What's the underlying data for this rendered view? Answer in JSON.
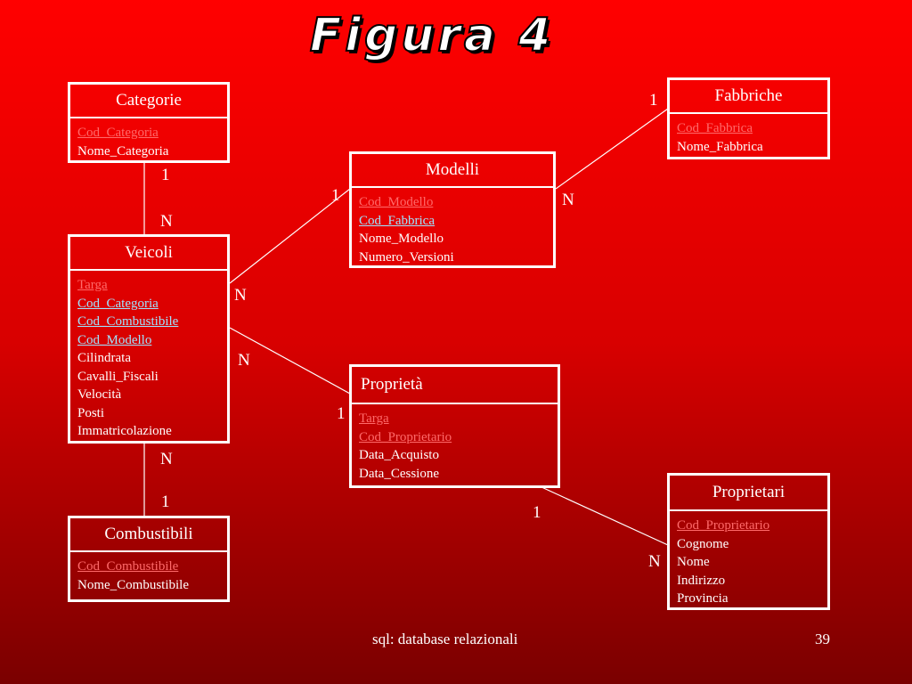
{
  "title": "Figura 4",
  "entities": {
    "categorie": {
      "name": "Categorie",
      "attrs": [
        {
          "text": "Cod_Categoria",
          "kind": "pk"
        },
        {
          "text": "Nome_Categoria",
          "kind": "plain"
        }
      ]
    },
    "fabbriche": {
      "name": "Fabbriche",
      "attrs": [
        {
          "text": "Cod_Fabbrica",
          "kind": "pk"
        },
        {
          "text": "Nome_Fabbrica",
          "kind": "plain"
        }
      ]
    },
    "modelli": {
      "name": "Modelli",
      "attrs": [
        {
          "text": "Cod_Modello",
          "kind": "pk"
        },
        {
          "text": "Cod_Fabbrica",
          "kind": "fk"
        },
        {
          "text": "Nome_Modello",
          "kind": "plain"
        },
        {
          "text": "Numero_Versioni",
          "kind": "plain"
        }
      ]
    },
    "veicoli": {
      "name": "Veicoli",
      "attrs": [
        {
          "text": "Targa",
          "kind": "pk"
        },
        {
          "text": "Cod_Categoria",
          "kind": "fk"
        },
        {
          "text": "Cod_Combustibile",
          "kind": "fk"
        },
        {
          "text": "Cod_Modello",
          "kind": "fk"
        },
        {
          "text": "Cilindrata",
          "kind": "plain"
        },
        {
          "text": "Cavalli_Fiscali",
          "kind": "plain"
        },
        {
          "text": "Velocità",
          "kind": "plain"
        },
        {
          "text": "Posti",
          "kind": "plain"
        },
        {
          "text": "Immatricolazione",
          "kind": "plain"
        }
      ]
    },
    "proprieta": {
      "name": "Proprietà",
      "attrs": [
        {
          "text": "Targa",
          "kind": "pk"
        },
        {
          "text": "Cod_Proprietario",
          "kind": "pk"
        },
        {
          "text": "Data_Acquisto",
          "kind": "plain"
        },
        {
          "text": "Data_Cessione",
          "kind": "plain"
        }
      ]
    },
    "proprietari": {
      "name": "Proprietari",
      "attrs": [
        {
          "text": "Cod_Proprietario",
          "kind": "pk"
        },
        {
          "text": "Cognome",
          "kind": "plain"
        },
        {
          "text": "Nome",
          "kind": "plain"
        },
        {
          "text": "Indirizzo",
          "kind": "plain"
        },
        {
          "text": "Provincia",
          "kind": "plain"
        }
      ]
    },
    "combustibili": {
      "name": "Combustibili",
      "attrs": [
        {
          "text": "Cod_Combustibile",
          "kind": "pk"
        },
        {
          "text": "Nome_Combustibile",
          "kind": "plain"
        }
      ]
    }
  },
  "cardinalities": {
    "categorie_veicoli_one": "1",
    "categorie_veicoli_many": "N",
    "fabbriche_modelli_one": "1",
    "fabbriche_modelli_many": "N",
    "modelli_veicoli_one": "1",
    "modelli_veicoli_many": "N",
    "veicoli_proprieta_many": "N",
    "veicoli_proprieta_one": "1",
    "veicoli_combustibili_many": "N",
    "veicoli_combustibili_one": "1",
    "proprieta_proprietari_one": "1",
    "proprieta_proprietari_many": "N"
  },
  "colors": {
    "primary_key": "#ff6a6a",
    "foreign_key": "#9fe3ff",
    "background_top": "#ff0000",
    "background_bottom": "#7a0000"
  },
  "footer": {
    "label": "sql: database relazionali",
    "page": "39"
  }
}
